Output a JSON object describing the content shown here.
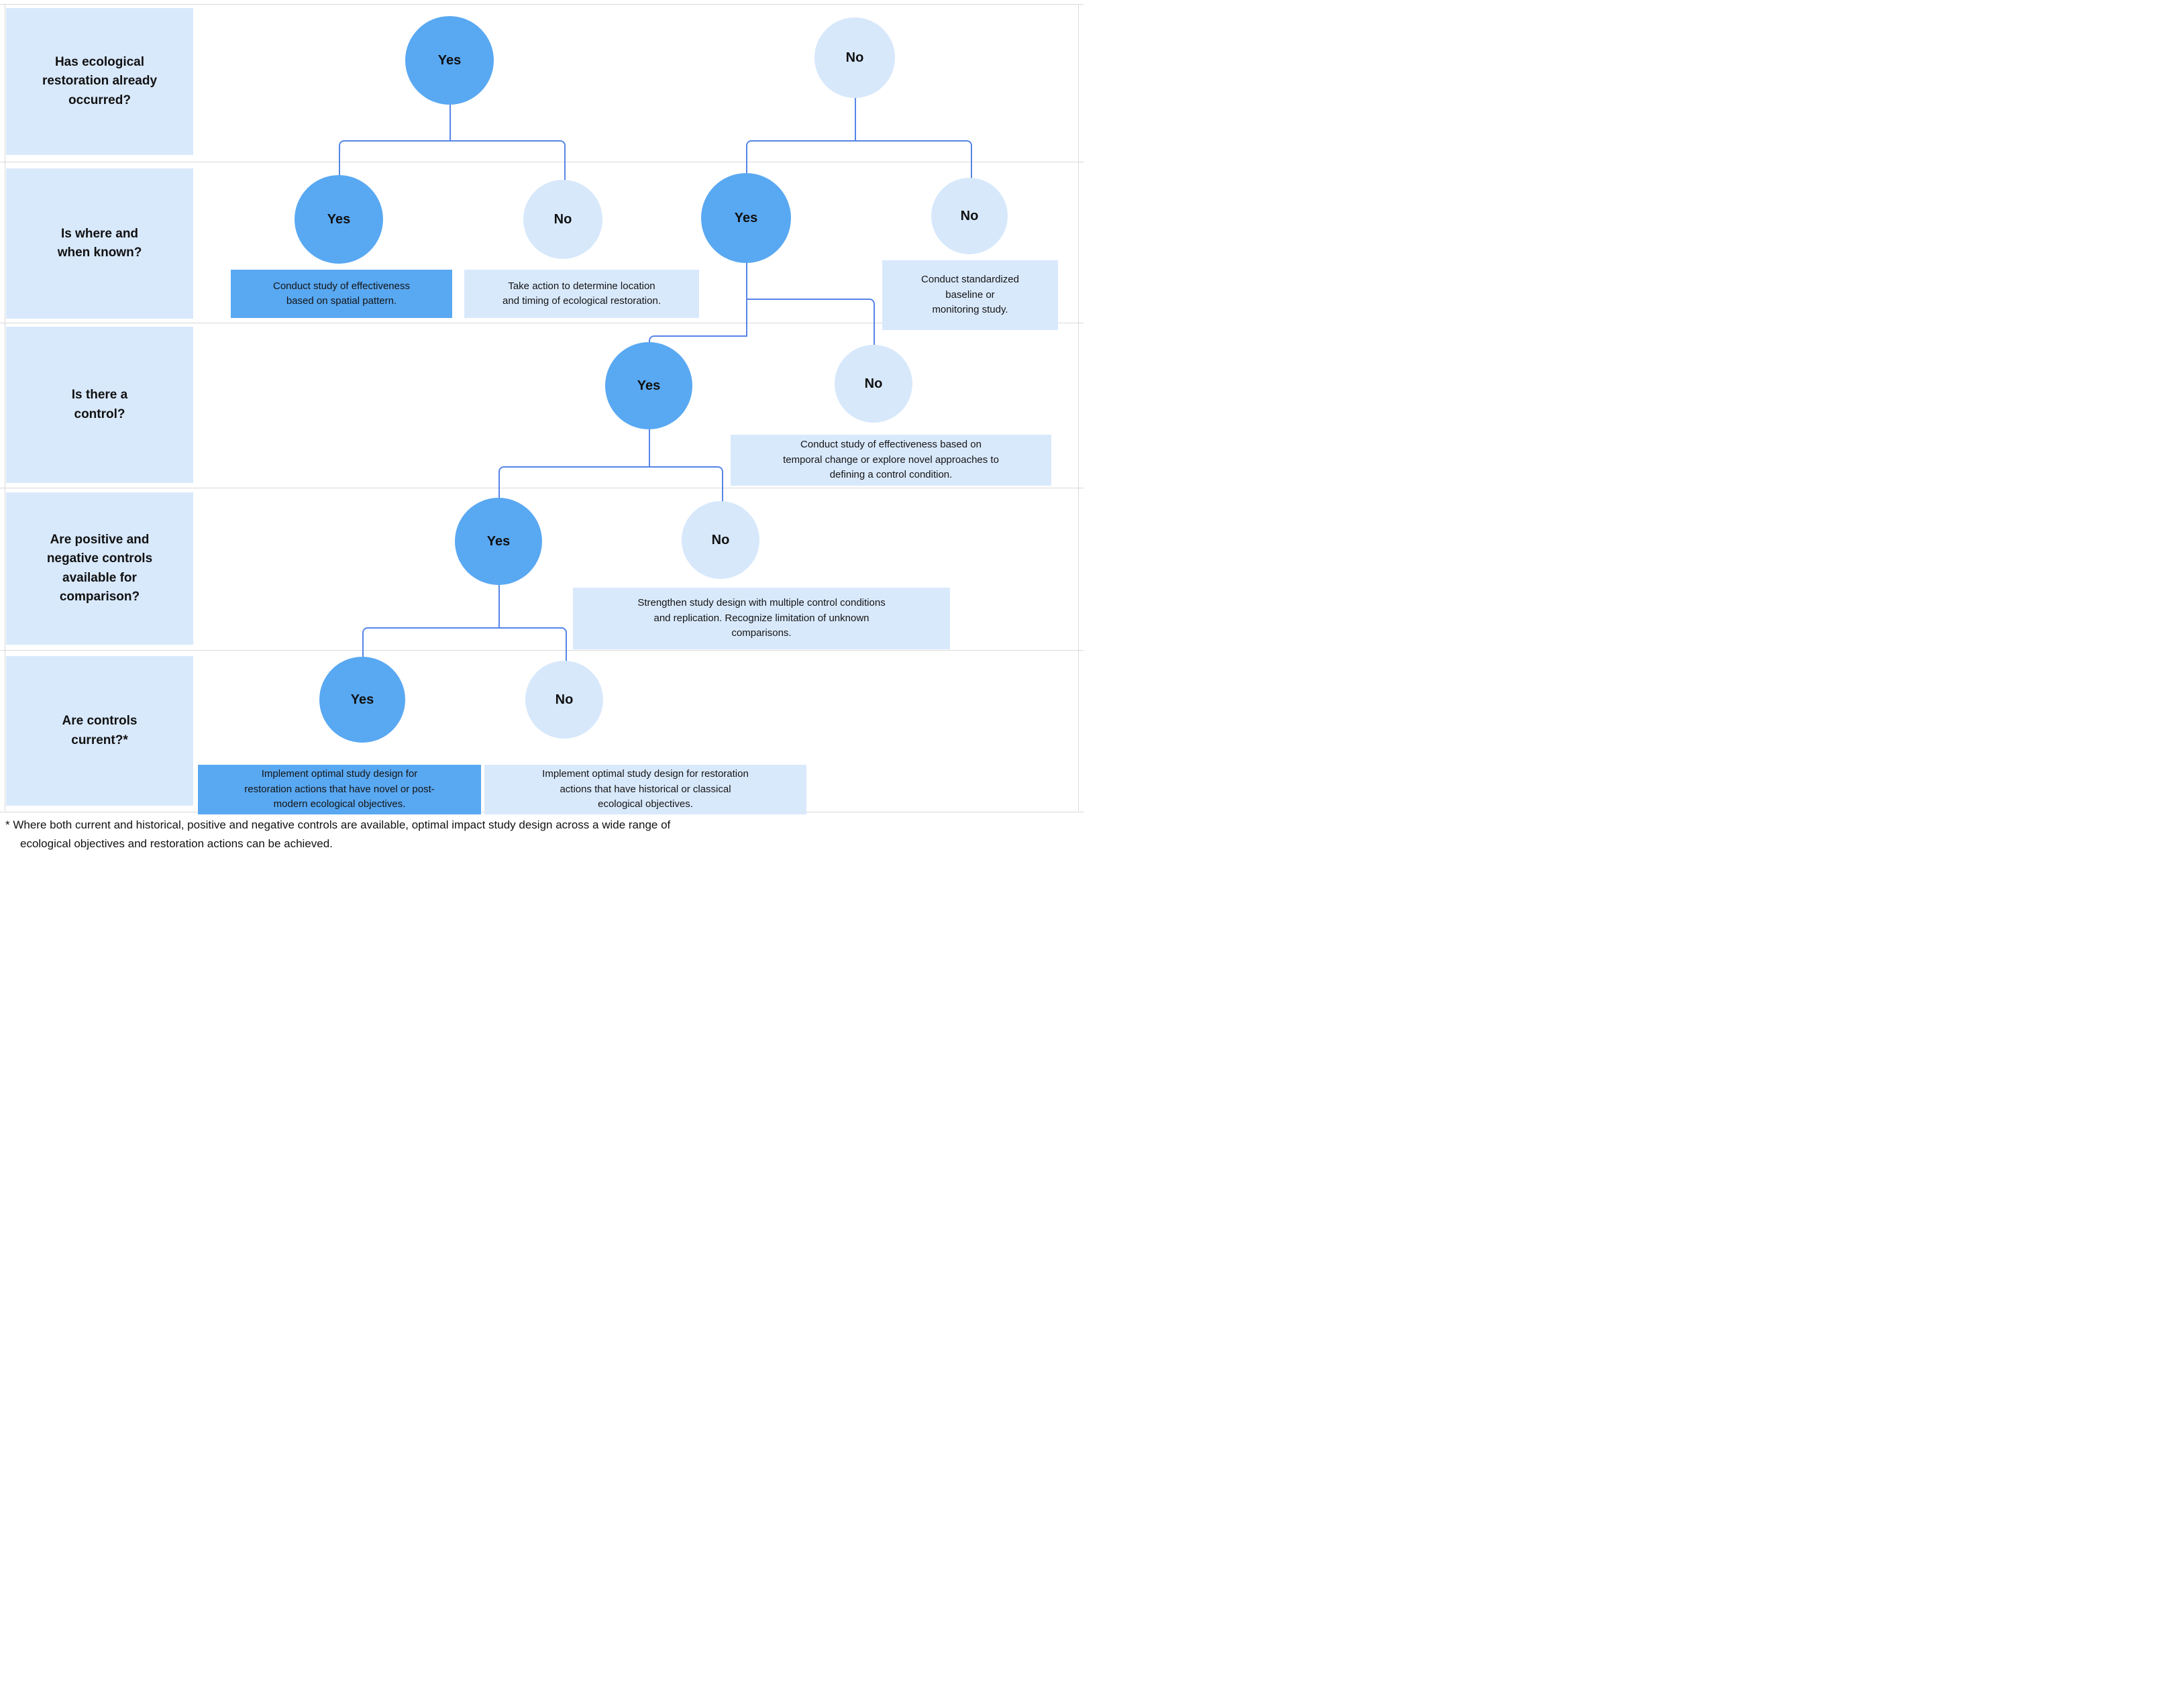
{
  "colors": {
    "yes_fill": "#59a8f2",
    "no_fill": "#d7e8fb",
    "panel_fill": "#d9e9fc",
    "action_dark": "#59a8f2",
    "action_light": "#d9e9fc",
    "connector": "#5585e8",
    "separator": "#d9d9d9"
  },
  "questions": {
    "q1": "Has ecological\nrestoration already\noccurred?",
    "q2": "Is where and\nwhen known?",
    "q3": "Is there a\ncontrol?",
    "q4": "Are positive and\nnegative controls\navailable for\ncomparison?",
    "q5": "Are controls\ncurrent?*"
  },
  "nodes": {
    "r1_yes": "Yes",
    "r1_no": "No",
    "r2_yes1": "Yes",
    "r2_no1": "No",
    "r2_yes2": "Yes",
    "r2_no2": "No",
    "r3_yes": "Yes",
    "r3_no": "No",
    "r4_yes": "Yes",
    "r4_no": "No",
    "r5_yes": "Yes",
    "r5_no": "No"
  },
  "actions": {
    "a2_yes": "Conduct study of effectiveness\nbased on spatial pattern.",
    "a2_no": "Take action to determine location\nand timing of ecological restoration.",
    "a2_no_right": "Conduct standardized\nbaseline or\nmonitoring study.",
    "a3_no": "Conduct study of effectiveness based on\ntemporal change or explore novel approaches to\ndefining a control condition.",
    "a4_no": "Strengthen study design with multiple control conditions\nand replication. Recognize limitation of unknown\ncomparisons.",
    "a5_yes": "Implement optimal study design for\nrestoration actions that have novel or post-\nmodern ecological objectives.",
    "a5_no": "Implement optimal study design for restoration\nactions that have historical or classical\necological objectives."
  },
  "footnote": "* Where both current and historical, positive and negative controls are available, optimal impact study design across a wide range of\necological objectives and restoration actions can be achieved."
}
